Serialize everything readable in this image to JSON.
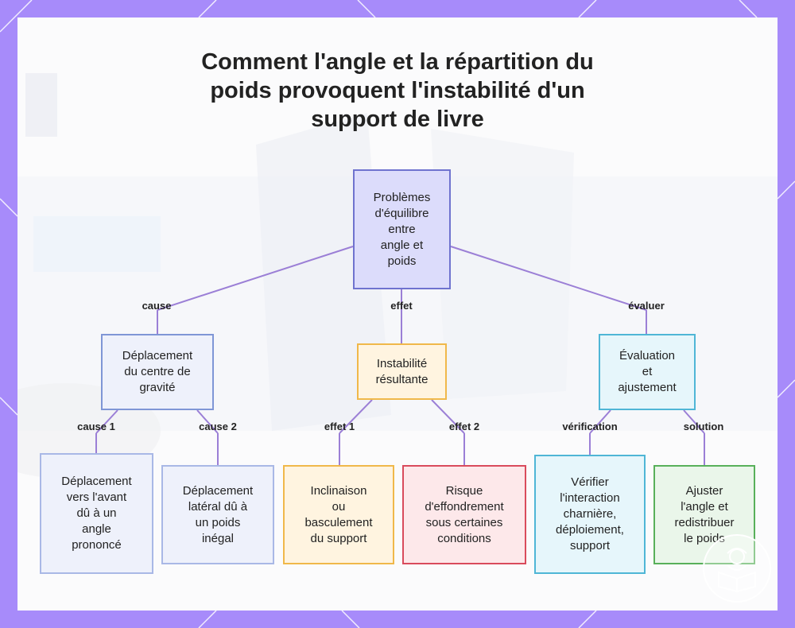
{
  "title_lines": [
    "Comment l'angle et la répartition du",
    "poids provoquent l'instabilité d'un",
    "support de livre"
  ],
  "root": {
    "text": "Problèmes\nd'équilibre\nentre\nangle et\npoids"
  },
  "branches": [
    {
      "edge_label": "cause",
      "node": {
        "text": "Déplacement\ndu centre de\ngravité"
      },
      "children": [
        {
          "edge_label": "cause 1",
          "text": "Déplacement\nvers l'avant\ndû à un\nangle\nprononcé"
        },
        {
          "edge_label": "cause 2",
          "text": "Déplacement\nlatéral dû à\nun poids\ninégal"
        }
      ]
    },
    {
      "edge_label": "effet",
      "node": {
        "text": "Instabilité\nrésultante"
      },
      "children": [
        {
          "edge_label": "effet 1",
          "text": "Inclinaison\nou\nbasculement\ndu support"
        },
        {
          "edge_label": "effet 2",
          "text": "Risque\nd'effondrement\nsous certaines\nconditions"
        }
      ]
    },
    {
      "edge_label": "évaluer",
      "node": {
        "text": "Évaluation\net\najustement"
      },
      "children": [
        {
          "edge_label": "vérification",
          "text": "Vérifier\nl'interaction\ncharnière,\ndéploiement,\nsupport"
        },
        {
          "edge_label": "solution",
          "text": "Ajuster\nl'angle et\nredistribuer\nle poids"
        }
      ]
    }
  ],
  "colors": {
    "frame": "#a78bfa",
    "connector": "#9b7fd6",
    "root_fill": "#dcdcfb",
    "root_border": "#6f73cf",
    "blue_fill": "#eef1fb",
    "blue_border": "#7f96d6",
    "orange_fill": "#fff4e0",
    "orange_border": "#f0b84a",
    "red_fill": "#fde8ea",
    "red_border": "#d94b5c",
    "cyan_fill": "#e6f6fb",
    "cyan_border": "#4fb6d6",
    "green_fill": "#eaf6ea",
    "green_border": "#58b05a"
  },
  "icons": [
    "book-reader-icon"
  ]
}
